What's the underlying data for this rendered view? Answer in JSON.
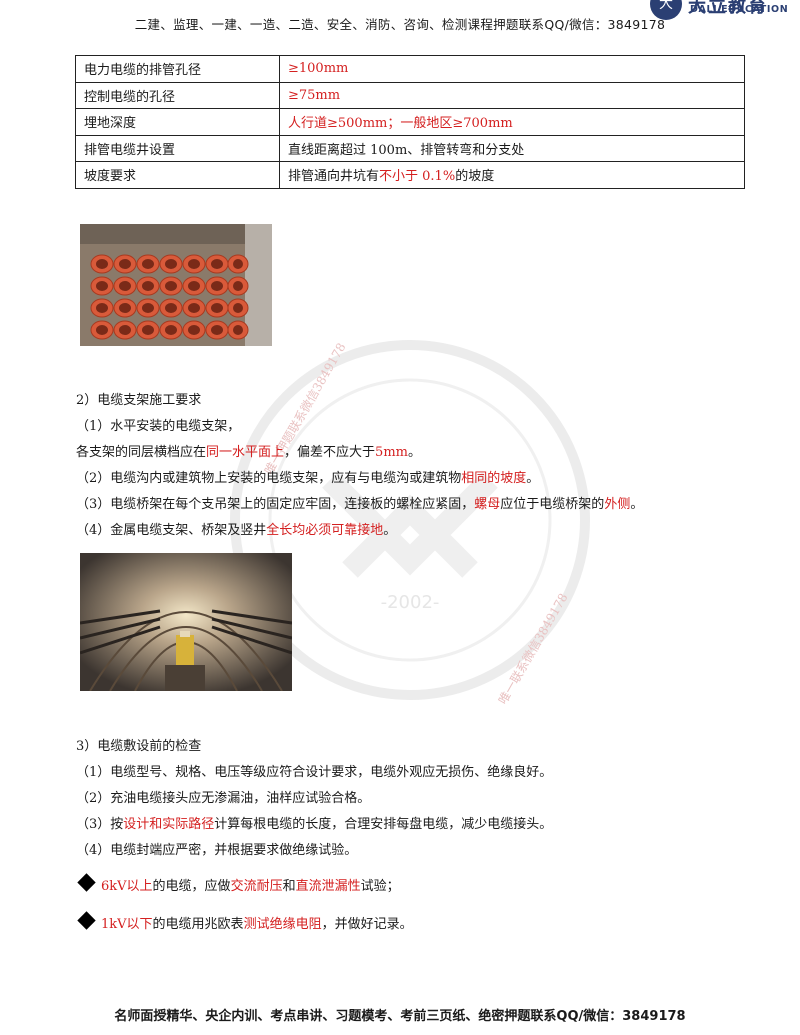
{
  "header": {
    "text": "二建、监理、一建、一造、二造、安全、消防、咨询、检测课程押题联系QQ/微信：3849178",
    "logo_sub": "DALI EDUCATION"
  },
  "table": {
    "rows": [
      {
        "key": "电力电缆的排管孔径",
        "parts": [
          {
            "t": "≥100mm",
            "red": true
          }
        ]
      },
      {
        "key": "控制电缆的孔径",
        "parts": [
          {
            "t": "≥75mm",
            "red": true
          }
        ]
      },
      {
        "key": "埋地深度",
        "parts": [
          {
            "t": "人行道≥500mm；一般地区≥700mm",
            "red": true
          }
        ]
      },
      {
        "key": "排管电缆井设置",
        "parts": [
          {
            "t": "直线距离超过 100m、排管转弯和分支处",
            "red": false
          }
        ]
      },
      {
        "key": "坡度要求",
        "parts": [
          {
            "t": "排管通向井坑有",
            "red": false
          },
          {
            "t": "不小于 0.1%",
            "red": true
          },
          {
            "t": "的坡度",
            "red": false
          }
        ]
      }
    ]
  },
  "section2": {
    "title": "2）电缆支架施工要求",
    "p1": "（1）水平安装的电缆支架，",
    "p2": [
      {
        "t": "各支架的同层横档应在",
        "red": false
      },
      {
        "t": "同一水平面上",
        "red": true
      },
      {
        "t": "，偏差不应大于",
        "red": false
      },
      {
        "t": "5mm",
        "red": true
      },
      {
        "t": "。",
        "red": false
      }
    ],
    "p3": [
      {
        "t": "（2）电缆沟内或建筑物上安装的电缆支架，应有与电缆沟或建筑物",
        "red": false
      },
      {
        "t": "相同的坡度",
        "red": true
      },
      {
        "t": "。",
        "red": false
      }
    ],
    "p4": [
      {
        "t": "（3）电缆桥架在每个支吊架上的固定应牢固，连接板的螺栓应紧固，",
        "red": false
      },
      {
        "t": "螺母",
        "red": true
      },
      {
        "t": "应位于电缆桥架的",
        "red": false
      },
      {
        "t": "外侧",
        "red": true
      },
      {
        "t": "。",
        "red": false
      }
    ],
    "p5": [
      {
        "t": "（4）金属电缆支架、桥架及竖井",
        "red": false
      },
      {
        "t": "全长均必须可靠接地",
        "red": true
      },
      {
        "t": "。",
        "red": false
      }
    ]
  },
  "section3": {
    "title": "3）电缆敷设前的检查",
    "p1": "（1）电缆型号、规格、电压等级应符合设计要求，电缆外观应无损伤、绝缘良好。",
    "p2": "（2）充油电缆接头应无渗漏油，油样应试验合格。",
    "p3": [
      {
        "t": "（3）按",
        "red": false
      },
      {
        "t": "设计和实际路径",
        "red": true
      },
      {
        "t": "计算每根电缆的长度，合理安排每盘电缆，减少电缆接头。",
        "red": false
      }
    ],
    "p4": "（4）电缆封端应严密，并根据要求做绝缘试验。",
    "b1": [
      {
        "t": "6kV以上",
        "red": true
      },
      {
        "t": "的电缆，应做",
        "red": false
      },
      {
        "t": "交流耐压",
        "red": true
      },
      {
        "t": "和",
        "red": false
      },
      {
        "t": "直流泄漏性",
        "red": true
      },
      {
        "t": "试验；",
        "red": false
      }
    ],
    "b2": [
      {
        "t": "1kV以下",
        "red": true
      },
      {
        "t": "的电缆用兆欧表",
        "red": false
      },
      {
        "t": "测试绝缘电阻",
        "red": true
      },
      {
        "t": "，并做好记录。",
        "red": false
      }
    ]
  },
  "watermark": {
    "w1": "唯一押题联系微信3849178",
    "w2": "唯一联系微信3849178",
    "year": "-2002-"
  },
  "footer": {
    "text": "名师面授精华、央企内训、考点串讲、习题模考、考前三页纸、绝密押题联系QQ/微信：3849178"
  }
}
